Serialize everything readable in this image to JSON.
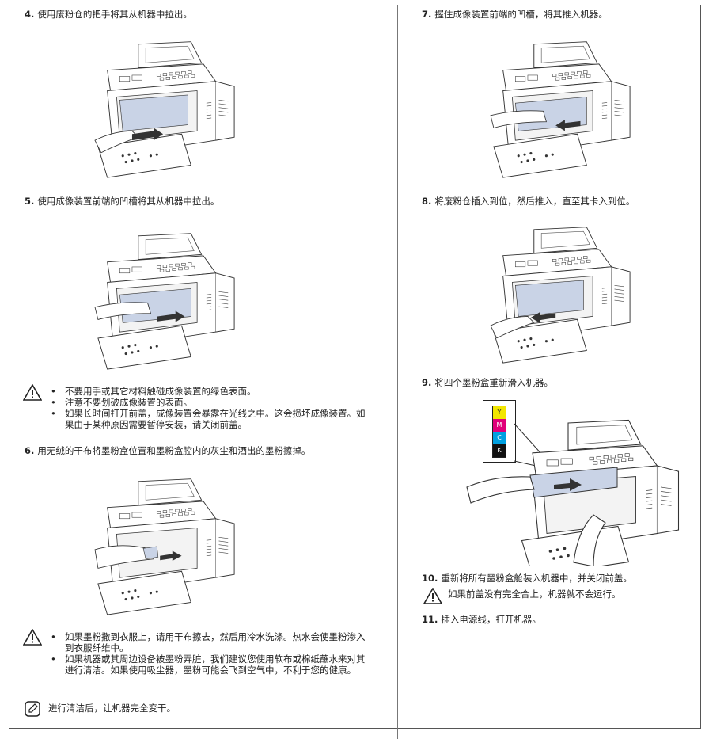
{
  "left": {
    "step4": {
      "num": "4.",
      "text": "使用废粉仓的把手将其从机器中拉出。"
    },
    "step5": {
      "num": "5.",
      "text": "使用成像装置前端的凹槽将其从机器中拉出。"
    },
    "caution1": [
      "不要用手或其它材料触碰成像装置的绿色表面。",
      "注意不要划破成像装置的表面。",
      "如果长时间打开前盖，成像装置会暴露在光线之中。这会损坏成像装置。如果由于某种原因需要暂停安装，请关闭前盖。"
    ],
    "step6": {
      "num": "6.",
      "text": "用无绒的干布将墨粉盒位置和墨粉盒腔内的灰尘和洒出的墨粉擦掉。"
    },
    "caution2": [
      "如果墨粉撒到衣服上，请用干布擦去，然后用冷水洗涤。热水会使墨粉渗入到衣服纤维中。",
      "如果机器或其周边设备被墨粉弄脏，我们建议您使用软布或棉纸蘸水来对其进行清洁。如果使用吸尘器，墨粉可能会飞到空气中，不利于您的健康。"
    ],
    "note": "进行清洁后，让机器完全变干。"
  },
  "right": {
    "step7": {
      "num": "7.",
      "text": "握住成像装置前端的凹槽，将其推入机器。"
    },
    "step8": {
      "num": "8.",
      "text": "将废粉仓插入到位，然后推入，直至其卡入到位。"
    },
    "step9": {
      "num": "9.",
      "text": "将四个墨粉盒重新滑入机器。"
    },
    "toner_labels": [
      "Y",
      "M",
      "C",
      "K"
    ],
    "step10": {
      "num": "10.",
      "text": "重新将所有墨粉盒舱装入机器中，并关闭前盖。"
    },
    "caution3": "如果前盖没有完全合上，机器就不会运行。",
    "step11": {
      "num": "11.",
      "text": "插入电源线，打开机器。"
    }
  },
  "colors": {
    "yellow": "#f2e600",
    "magenta": "#e0007a",
    "cyan": "#00a0e0",
    "black": "#111111",
    "drum": "#c9d3e6",
    "line": "#333333"
  }
}
